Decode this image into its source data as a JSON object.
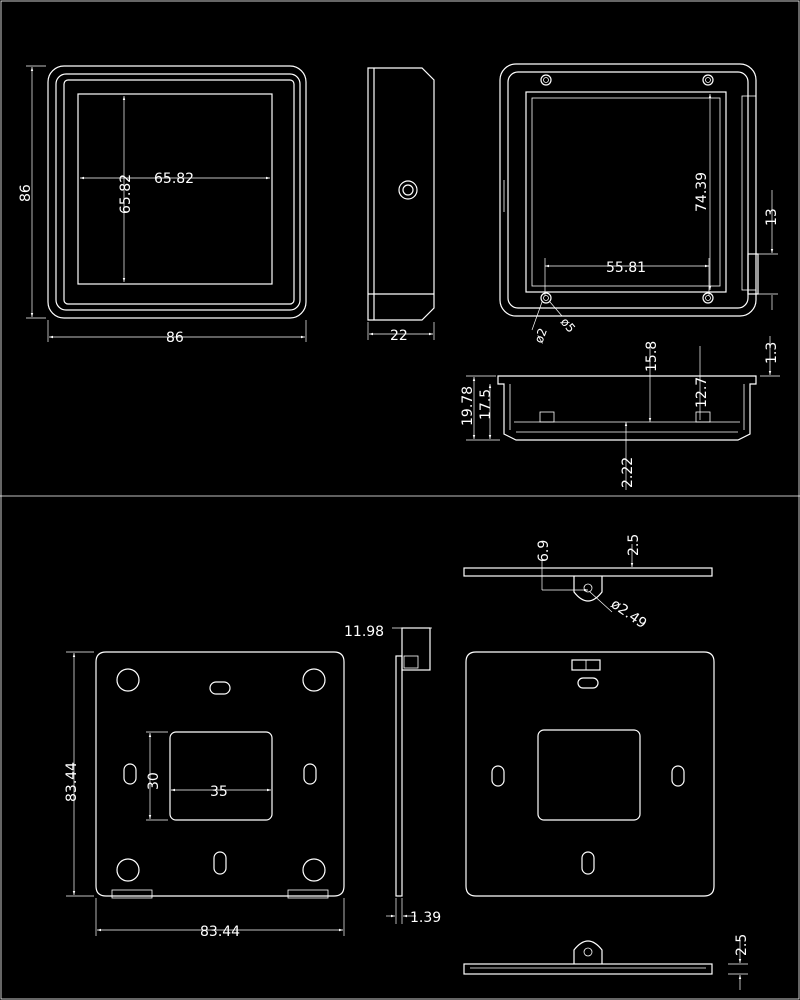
{
  "colors": {
    "background": "#000000",
    "lines": "#ffffff"
  },
  "top_section": {
    "front_view": {
      "overall_height": "86",
      "overall_width": "86",
      "window_width": "65.82",
      "window_height": "65.82"
    },
    "side_view": {
      "depth": "22"
    },
    "back_view": {
      "inner_height": "74.39",
      "hole_spacing": "55.81",
      "clip_height": "13",
      "hole_small": "ø2",
      "hole_large": "ø5"
    },
    "section_view": {
      "total_height": "19.78",
      "body_height": "17.5",
      "inner_depth": "15.8",
      "lip": "1.3",
      "boss": "12.7",
      "base": "2.22"
    }
  },
  "bottom_section": {
    "plate_front": {
      "height": "83.44",
      "width": "83.44",
      "cutout_height": "30",
      "cutout_width": "35"
    },
    "plate_side": {
      "thickness_top": "11.98",
      "thickness": "1.39"
    },
    "plate_top_detail": {
      "offset": "6.9",
      "tab": "2.5",
      "hole": "ø2.49"
    },
    "plate_bottom_detail": {
      "tab": "2.5"
    }
  }
}
